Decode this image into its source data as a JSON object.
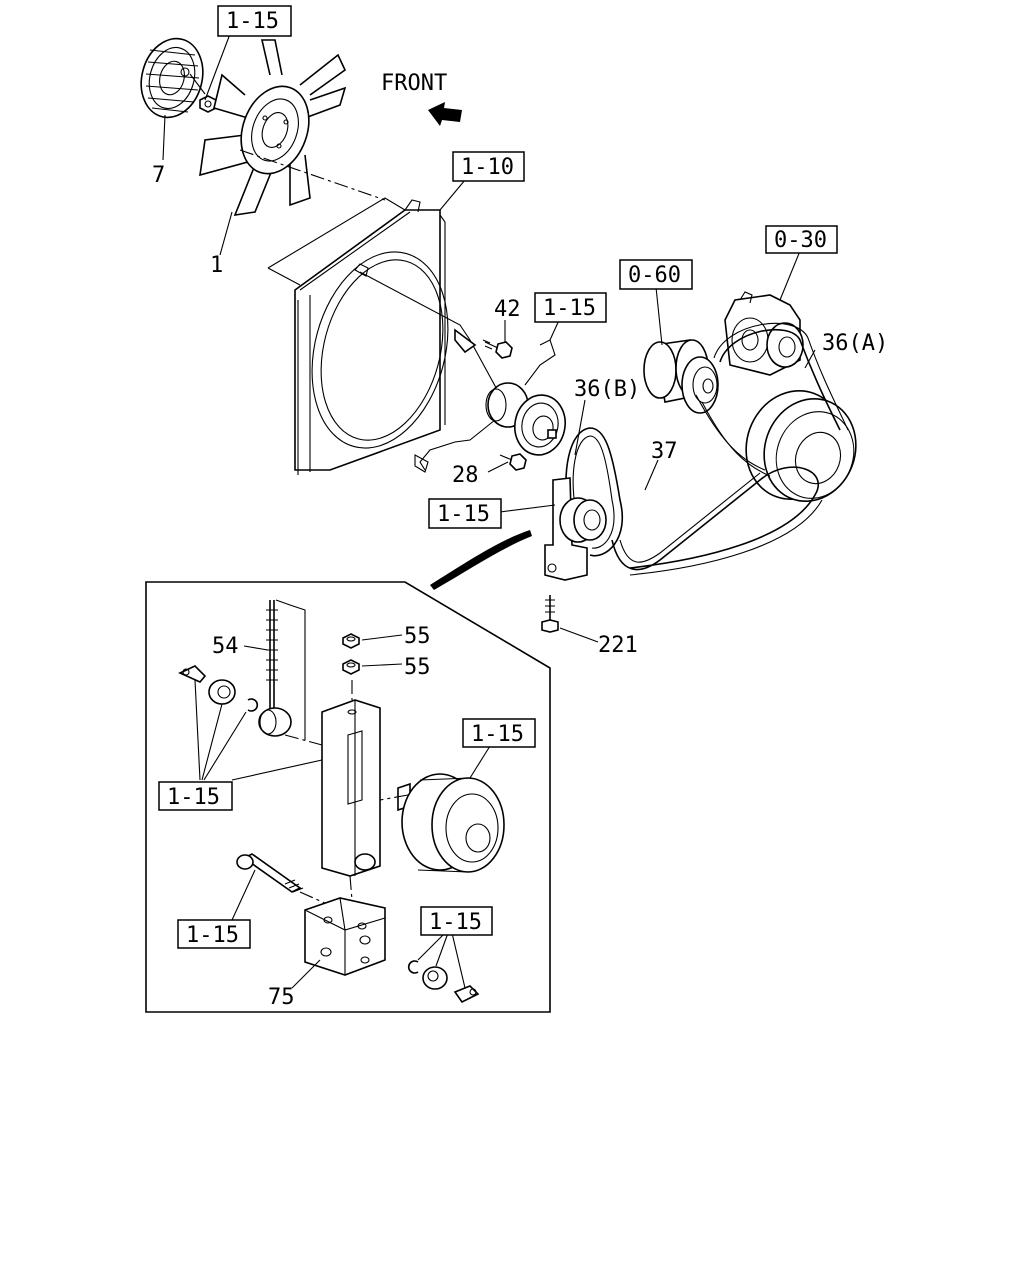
{
  "front_label": "FRONT",
  "callouts": {
    "top_fan_clutch_ref": "1-15",
    "radiator_ref": "1-10",
    "bracket_ref": "1-15",
    "idler_ref": "1-15",
    "gen_ref": "0-60",
    "compressor_ref": "0-30",
    "detail_pulley_ref": "1-15",
    "detail_left_ref": "1-15",
    "detail_bolt_ref": "1-15",
    "detail_right_ref": "1-15"
  },
  "part_numbers": {
    "p7": "7",
    "p1": "1",
    "p42": "42",
    "p28": "28",
    "p36b": "36(B)",
    "p36a": "36(A)",
    "p37": "37",
    "p221": "221",
    "p54": "54",
    "p55a": "55",
    "p55b": "55",
    "p75": "75"
  }
}
